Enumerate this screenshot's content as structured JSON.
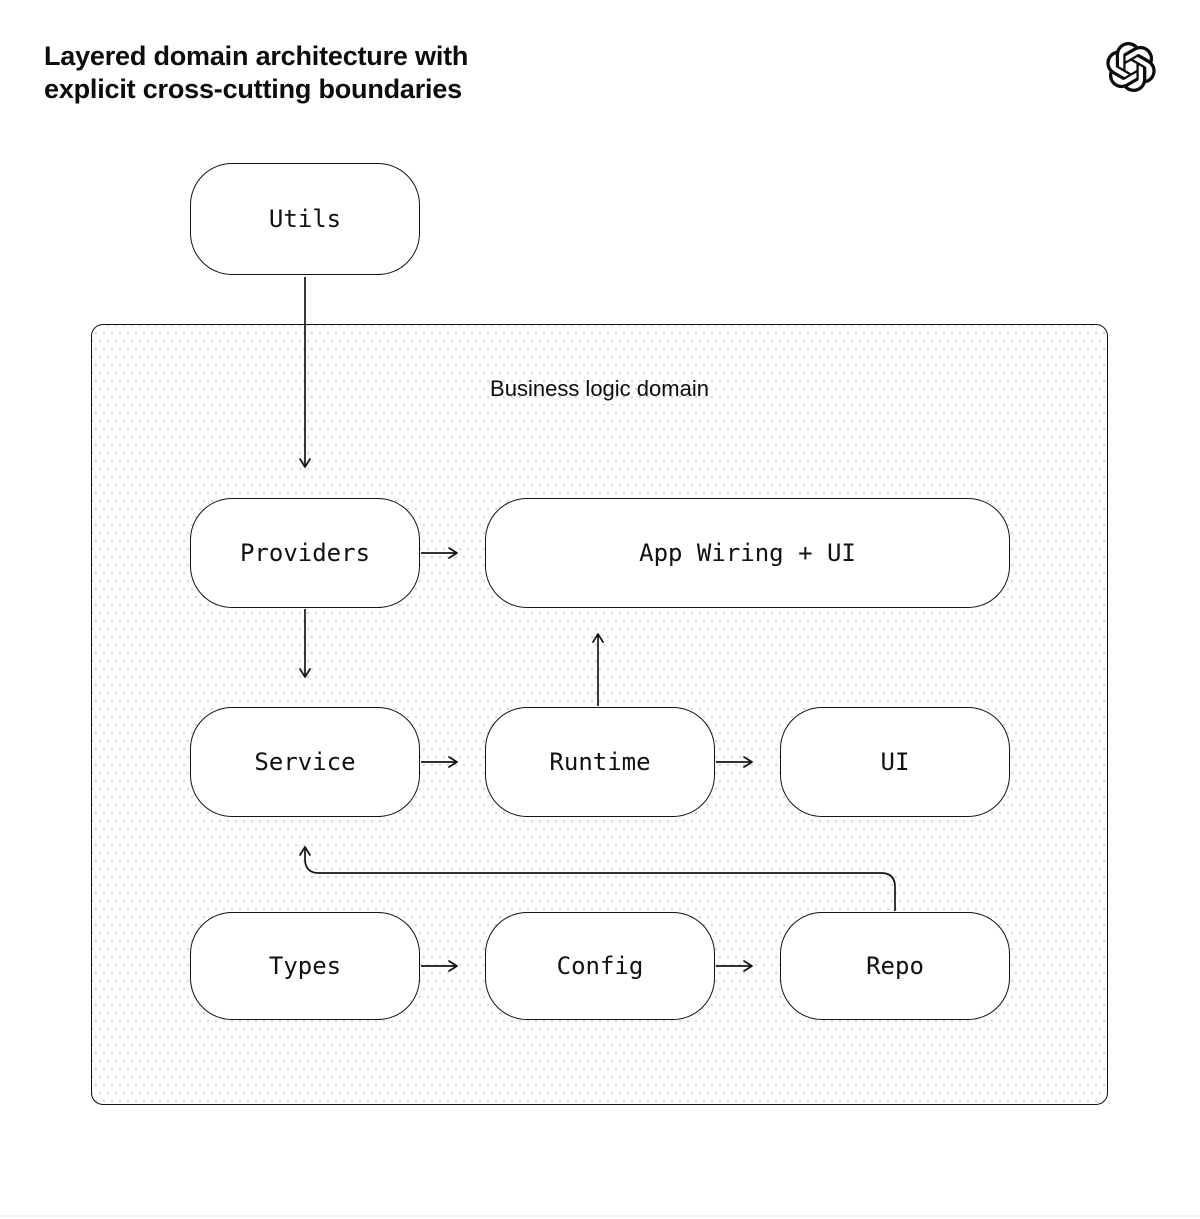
{
  "header": {
    "title": [
      "Layered domain architecture with",
      "explicit cross-cutting boundaries"
    ],
    "logo": "openai-logo"
  },
  "diagram": {
    "container_label": "Business logic domain",
    "nodes": {
      "utils": {
        "label": "Utils"
      },
      "providers": {
        "label": "Providers"
      },
      "app": {
        "label": "App Wiring + UI"
      },
      "service": {
        "label": "Service"
      },
      "runtime": {
        "label": "Runtime"
      },
      "ui": {
        "label": "UI"
      },
      "types": {
        "label": "Types"
      },
      "config": {
        "label": "Config"
      },
      "repo": {
        "label": "Repo"
      }
    },
    "edges": [
      {
        "from": "Utils",
        "to": "Providers"
      },
      {
        "from": "Providers",
        "to": "App Wiring + UI"
      },
      {
        "from": "Providers",
        "to": "Service"
      },
      {
        "from": "Service",
        "to": "Runtime"
      },
      {
        "from": "Runtime",
        "to": "App Wiring + UI"
      },
      {
        "from": "Runtime",
        "to": "UI"
      },
      {
        "from": "Types",
        "to": "Config"
      },
      {
        "from": "Config",
        "to": "Repo"
      },
      {
        "from": "Repo",
        "to": "Service"
      }
    ],
    "colors": {
      "stroke": "#141414",
      "node_fill": "#ffffff",
      "container_fill": "#fdfdfd",
      "dot": "#d6d6d6",
      "text": "#0d0d0d"
    }
  }
}
